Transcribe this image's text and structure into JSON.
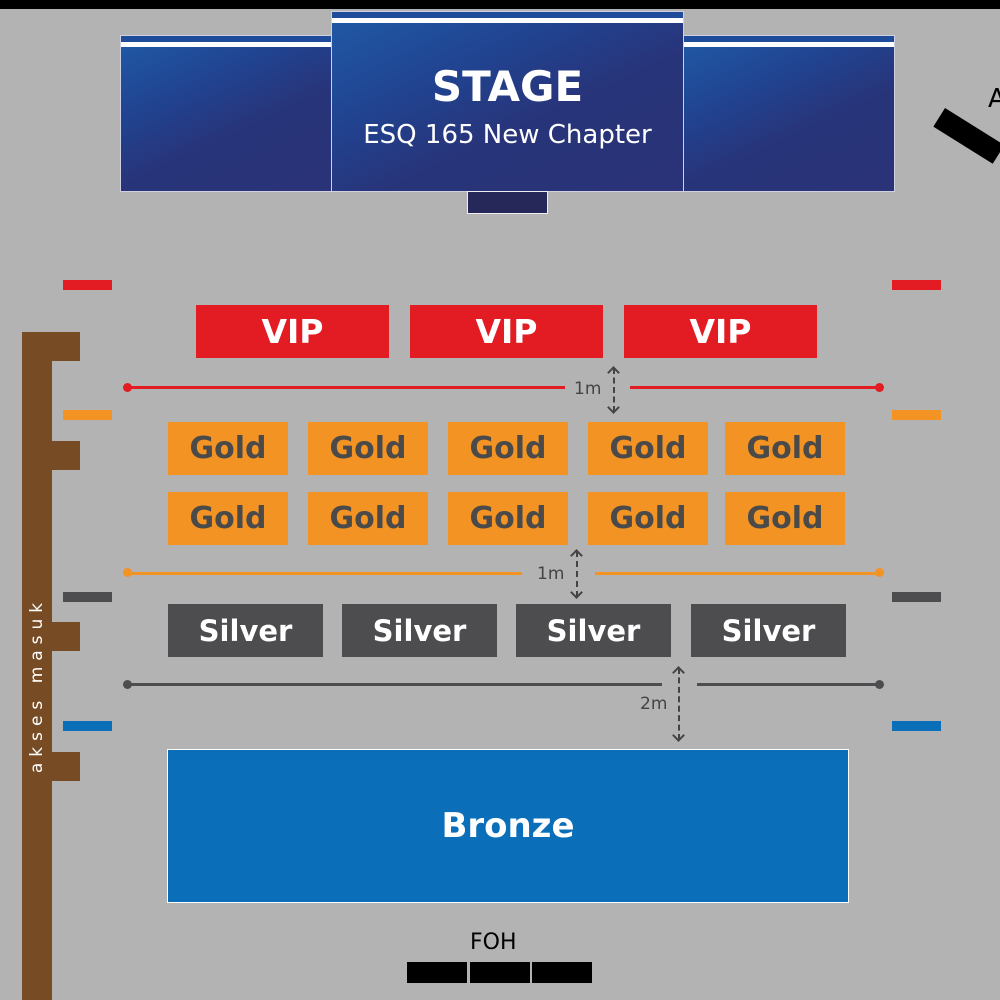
{
  "stage": {
    "title": "STAGE",
    "subtitle": "ESQ 165 New Chapter"
  },
  "vip": [
    "VIP",
    "VIP",
    "VIP"
  ],
  "gold_row1": [
    "Gold",
    "Gold",
    "Gold",
    "Gold",
    "Gold"
  ],
  "gold_row2": [
    "Gold",
    "Gold",
    "Gold",
    "Gold",
    "Gold"
  ],
  "silver": [
    "Silver",
    "Silver",
    "Silver",
    "Silver"
  ],
  "bronze": "Bronze",
  "spacing": {
    "vip_gold": "1m",
    "gold_silver": "1m",
    "silver_bronze": "2m"
  },
  "entrance": "akses masuk",
  "foh": "FOH",
  "corner_label": "A",
  "colors": {
    "vip": "#e31c23",
    "gold": "#f39323",
    "silver": "#4d4c4e",
    "bronze": "#0a6fb8",
    "access": "#774c24",
    "stage": "#283479"
  }
}
